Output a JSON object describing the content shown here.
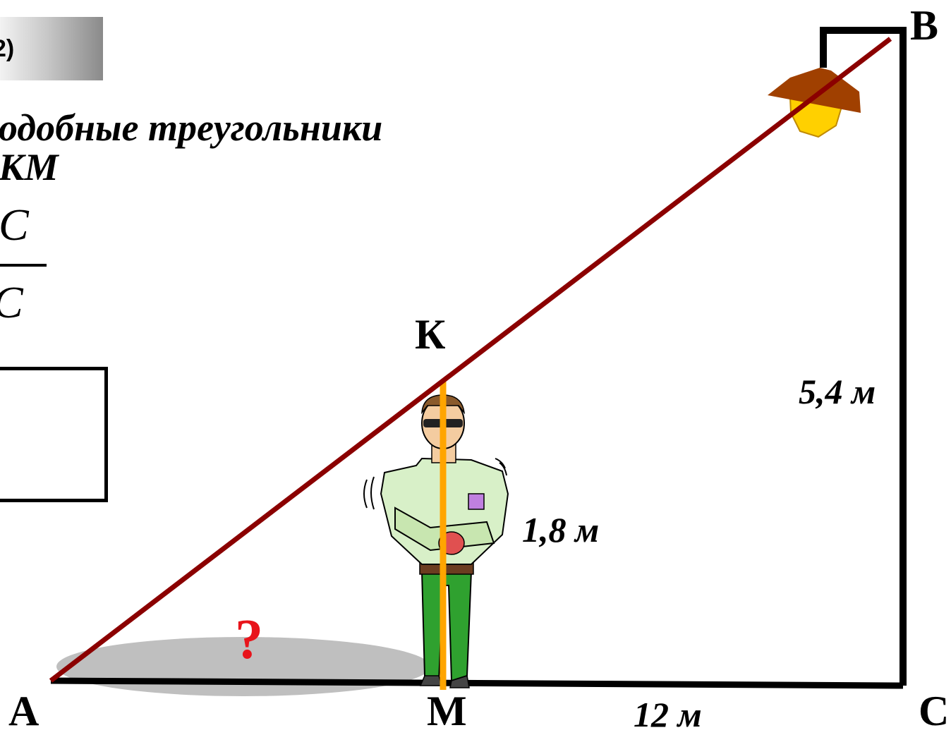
{
  "task_label": "2)",
  "text_line1": "одобные треугольники",
  "text_line2": "КМ",
  "fraction": {
    "numerator": "C",
    "denominator": "C"
  },
  "points": {
    "A": "A",
    "B": "B",
    "C": "C",
    "K": "К",
    "M": "M"
  },
  "measures": {
    "lamp_height": "5,4 м",
    "man_height": "1,8 м",
    "distance_MC": "12 м"
  },
  "unknown_mark": "?",
  "colors": {
    "hypotenuse": "#8b0000",
    "man_height_line": "#ffa500",
    "question_mark": "#e8141b",
    "shadow": "#bfbfbf"
  }
}
